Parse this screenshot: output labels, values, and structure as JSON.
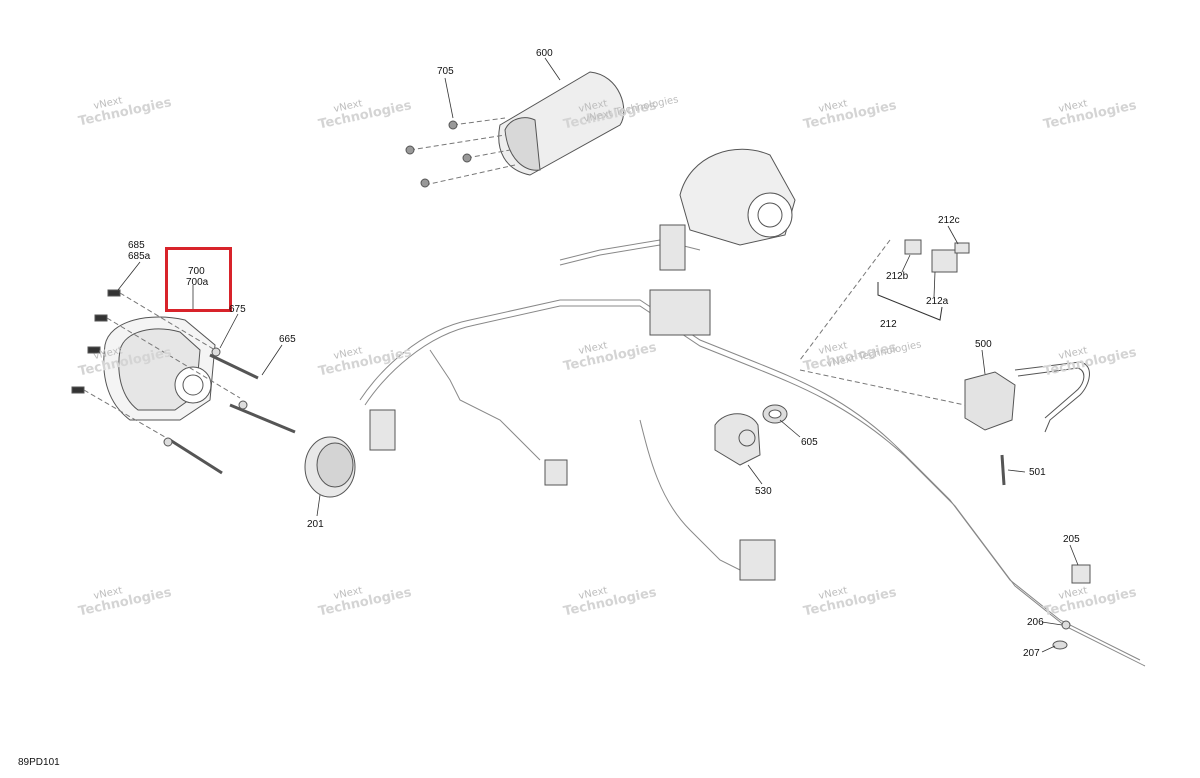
{
  "diagram": {
    "code": "89PD101",
    "callouts": {
      "c705": "705",
      "c600": "600",
      "c685": "685",
      "c685a": "685a",
      "c700": "700",
      "c700a": "700a",
      "c675": "675",
      "c665": "665",
      "c212c": "212c",
      "c212b": "212b",
      "c212a": "212a",
      "c212": "212",
      "c500": "500",
      "c605": "605",
      "c530": "530",
      "c501": "501",
      "c201": "201",
      "c205": "205",
      "c206": "206",
      "c207": "207"
    },
    "watermark": {
      "line1": "vNext",
      "line2": "Technologies"
    },
    "watermark_inline": "vNext Technologies",
    "highlight_color": "#d8232a"
  }
}
